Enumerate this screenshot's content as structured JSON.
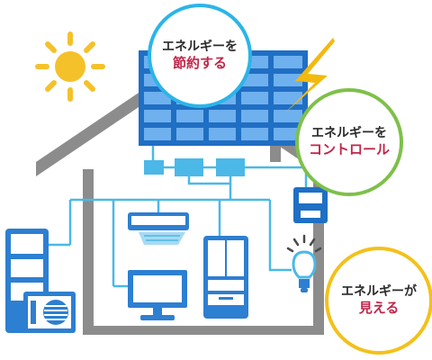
{
  "callouts": {
    "save": {
      "line1": "エネルギーを",
      "line2": "節約する"
    },
    "control": {
      "line1": "エネルギーを",
      "line2": "コントロール"
    },
    "see": {
      "line1": "エネルギーが",
      "line2": "見える"
    }
  },
  "colors": {
    "house_wall": "#8c8c8c",
    "line_blue": "#4bb8e8",
    "panel_blue": "#2d7fd1",
    "sun": "#f5c12a",
    "lightning": "#f3b90e",
    "circle_save": "#2bb5e8",
    "circle_control": "#7ec04a",
    "circle_see": "#f3c11b",
    "accent_text": "#c0264a"
  },
  "icons": [
    "sun-icon",
    "solar-panel-icon",
    "lightning-icon",
    "hems-controller-icon",
    "storage-battery-icon",
    "heat-pump-icon",
    "air-conditioner-icon",
    "television-icon",
    "refrigerator-icon",
    "light-bulb-icon"
  ]
}
